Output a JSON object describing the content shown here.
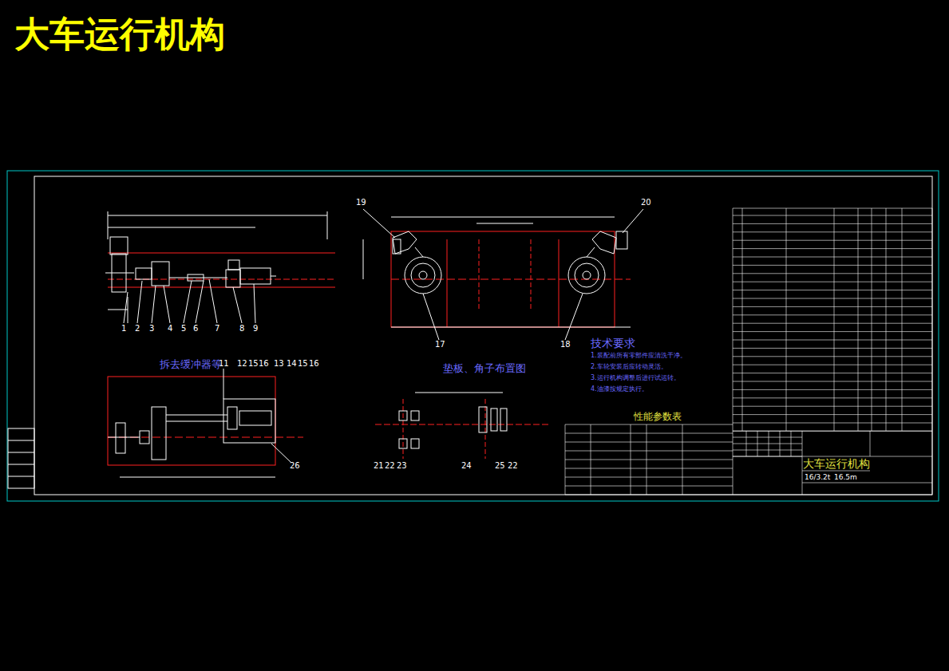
{
  "diagram": {
    "title": "大车运行机构",
    "labels": [
      "1",
      "2",
      "3",
      "4",
      "5",
      "6",
      "7",
      "8",
      "9",
      "19",
      "20",
      "17",
      "18",
      "拆去缓冲器等",
      "11",
      "12",
      "15",
      "16",
      "13",
      "14",
      "15",
      "16",
      "26",
      "垫板、角子布置图",
      "21",
      "22",
      "23",
      "24",
      "25",
      "22",
      "技术要求",
      "1.装配前所有零部件应清洗干净。",
      "2.车轮安装后应转动灵活。",
      "3.运行机构调整后进行试运转。",
      "4.油漆按规定执行。",
      "性能参数表",
      "大车运行机构",
      "16/3.2t",
      "16.5m"
    ]
  }
}
